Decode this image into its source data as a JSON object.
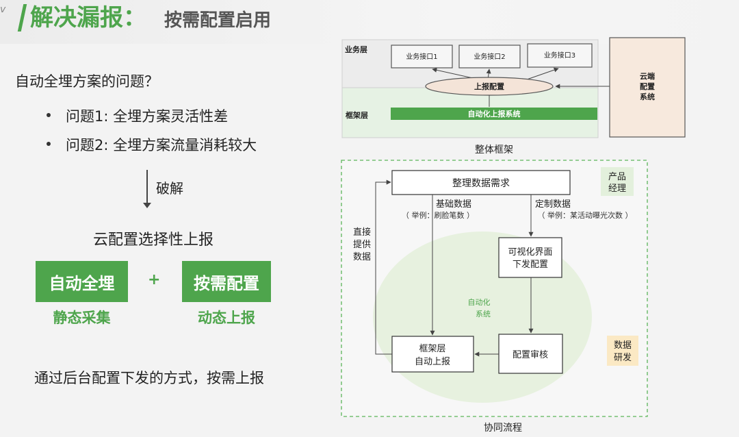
{
  "slide": {
    "title_main": "解决漏报",
    "title_colon": "：",
    "title_sub": "按需配置启用",
    "corner_mark": "v"
  },
  "left": {
    "question": "自动全埋方案的问题？",
    "bullets": [
      "问题1: 全埋方案灵活性差",
      "问题2: 全埋方案流量消耗较大"
    ],
    "break_label": "破解",
    "cloud_label": "云配置选择性上报",
    "box_left": "自动全埋",
    "box_right": "按需配置",
    "plus": "+",
    "caption_left": "静态采集",
    "caption_right": "动态上报",
    "conclusion": "通过后台配置下发的方式，按需上报"
  },
  "top_diagram": {
    "business_layer": "业务层",
    "framework_layer": "框架层",
    "interfaces": [
      "业务接口1",
      "业务接口2",
      "业务接口3"
    ],
    "report_config": "上报配置",
    "auto_system": "自动化上报系统",
    "cloud_config": [
      "云端",
      "配置",
      "系统"
    ],
    "caption": "整体框架",
    "colors": {
      "business_bg": "#ececec",
      "framework_bg": "#e6f2e4",
      "ellipse_fill": "#f4e4d8",
      "cloud_fill": "#f7e9dd",
      "green_bar": "#4ea54c"
    }
  },
  "bottom_diagram": {
    "product_role": [
      "产品",
      "经理"
    ],
    "dev_role": [
      "数据",
      "研发"
    ],
    "organize_needs": "整理数据需求",
    "basic_data": "基础数据",
    "basic_example": "（ 举例：刷脸笔数 ）",
    "custom_data": "定制数据",
    "custom_example": "（ 举例：某活动曝光次数 ）",
    "direct_supply": [
      "直接",
      "提供",
      "数据"
    ],
    "visual_ui": [
      "可视化界面",
      "下发配置"
    ],
    "auto_system": [
      "自动化",
      "系统"
    ],
    "framework_report": [
      "框架层",
      "自动上报"
    ],
    "config_review": "配置审核",
    "caption": "协同流程",
    "colors": {
      "role_bg": "#e3f0dc",
      "dev_bg": "#fbe9c4",
      "auto_ellipse": "#e7f1df",
      "dashed_border": "#5cb55a"
    }
  }
}
